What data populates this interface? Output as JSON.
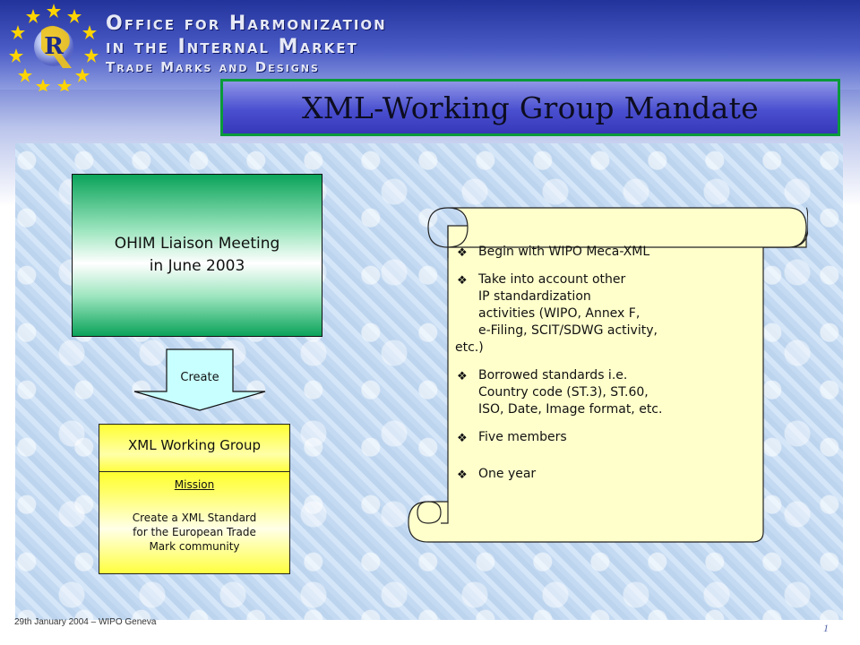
{
  "header": {
    "org_line1": "Office for Harmonization",
    "org_line2": "in the Internal Market",
    "org_line3": "Trade Marks and Designs",
    "logo_letter": "R"
  },
  "title": "XML-Working Group Mandate",
  "flow": {
    "meeting_line1": "OHIM Liaison Meeting",
    "meeting_line2": "in June 2003",
    "arrow_label": "Create",
    "group_title": "XML Working Group",
    "mission_label": "Mission",
    "mission_line1": "Create a XML Standard",
    "mission_line2": "for the European Trade",
    "mission_line3": "Mark community"
  },
  "scroll": {
    "bullet_icon": "diamond-flower-icon",
    "b1": "Begin with WIPO Meca-XML",
    "b2_l1": "Take into account other",
    "b2_l2": "IP standardization",
    "b2_l3": "activities (WIPO, Annex F,",
    "b2_l4": "e-Filing, SCIT/SDWG activity,",
    "b2_l5": "etc.)",
    "b3_l1": "Borrowed standards i.e.",
    "b3_l2": "Country code (ST.3), ST.60,",
    "b3_l3": "ISO, Date, Image format, etc.",
    "b4": "Five members",
    "b5": "One year"
  },
  "footer": {
    "text": "29th January 2004 – WIPO Geneva",
    "page": "1"
  },
  "colors": {
    "title_border": "#0a9a3a",
    "header_blue": "#23339c",
    "scroll_fill": "#ffffcc"
  }
}
